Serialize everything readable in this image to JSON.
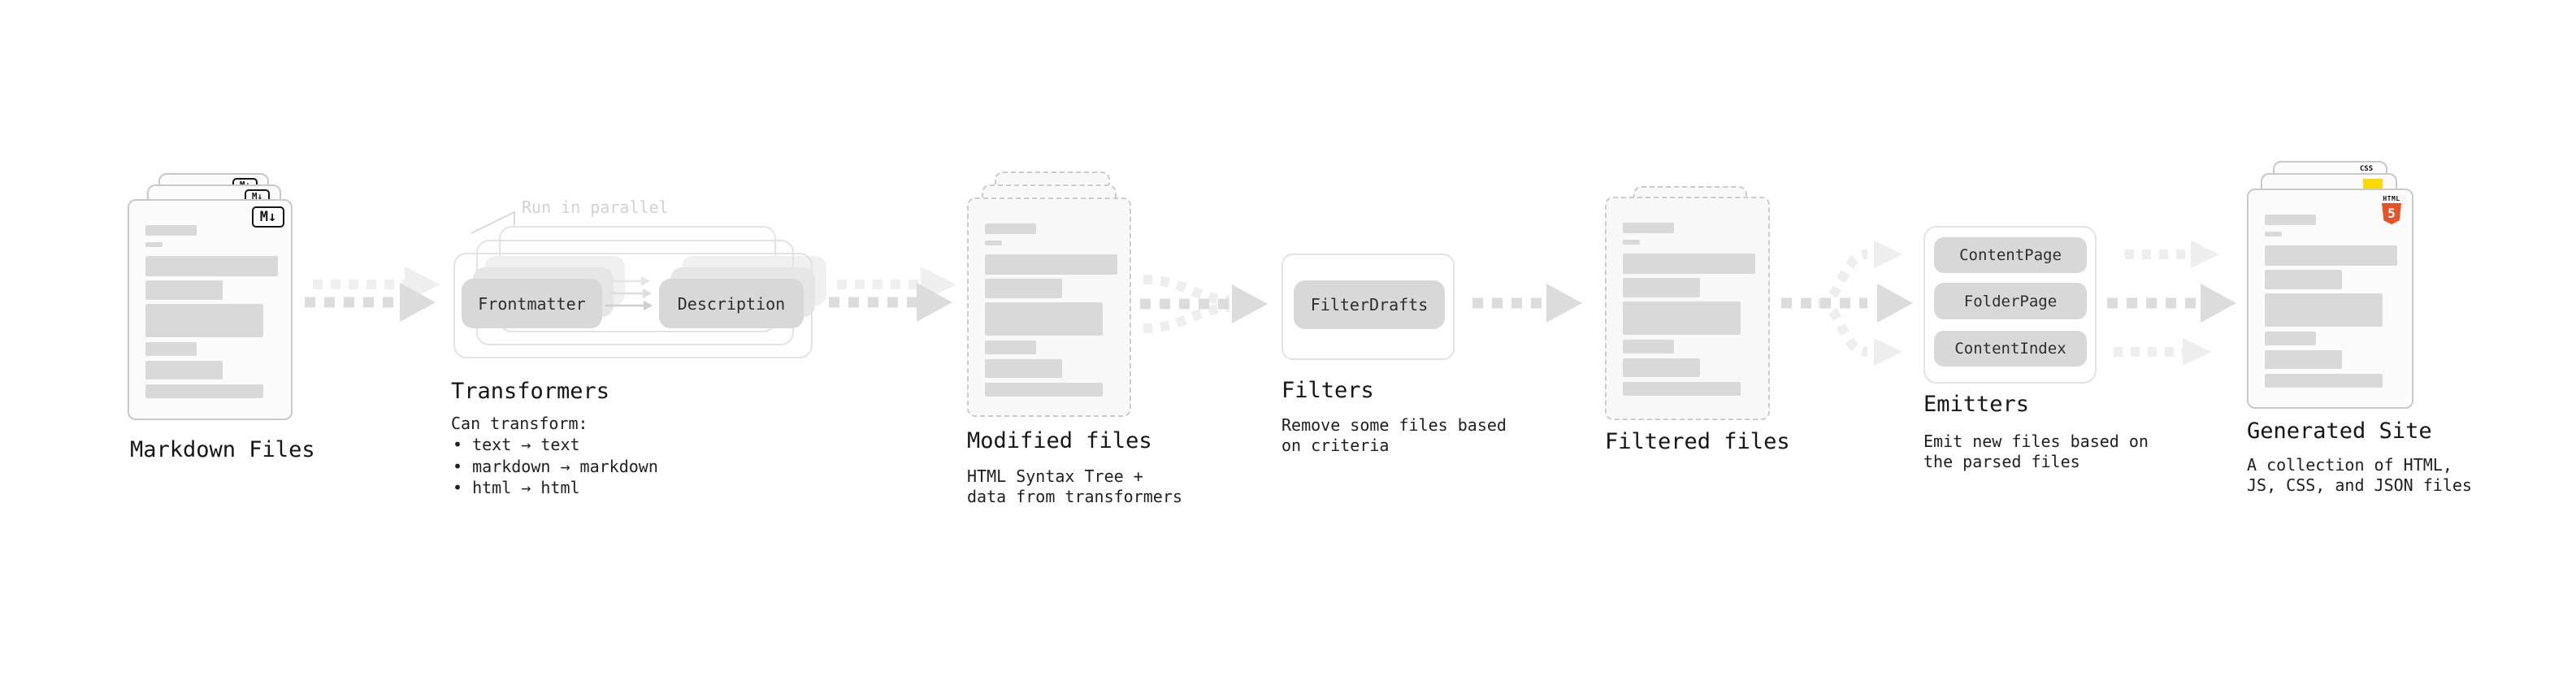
{
  "diagram": {
    "stages": {
      "markdown_files": {
        "label": "Markdown Files"
      },
      "transformers": {
        "label": "Transformers",
        "annotation": "Run in parallel",
        "boxes": [
          "Frontmatter",
          "Description"
        ],
        "description_title": "Can transform:",
        "bullets": [
          "text → text",
          "markdown → markdown",
          "html → html"
        ]
      },
      "modified_files": {
        "label": "Modified files",
        "description": "HTML Syntax Tree +\ndata from transformers"
      },
      "filters": {
        "label": "Filters",
        "boxes": [
          "FilterDrafts"
        ],
        "description": "Remove some files based\non criteria"
      },
      "filtered_files": {
        "label": "Filtered files"
      },
      "emitters": {
        "label": "Emitters",
        "boxes": [
          "ContentPage",
          "FolderPage",
          "ContentIndex"
        ],
        "description": "Emit new files based on\nthe parsed files"
      },
      "generated_site": {
        "label": "Generated Site",
        "description": "A collection of HTML,\nJS, CSS, and JSON files"
      }
    },
    "icons": {
      "markdown": "M↓",
      "html5_label": "HTML",
      "html5_number": "5",
      "css_label": "CSS"
    },
    "colors": {
      "dark_arrow": "#dcdcdc",
      "light_arrow": "#eeeeee",
      "pill_bg": "#d8d8d8",
      "js_badge": "#ffd900",
      "css_badge_underline": "#2965f1",
      "html5_shield": "#e4542b"
    }
  }
}
